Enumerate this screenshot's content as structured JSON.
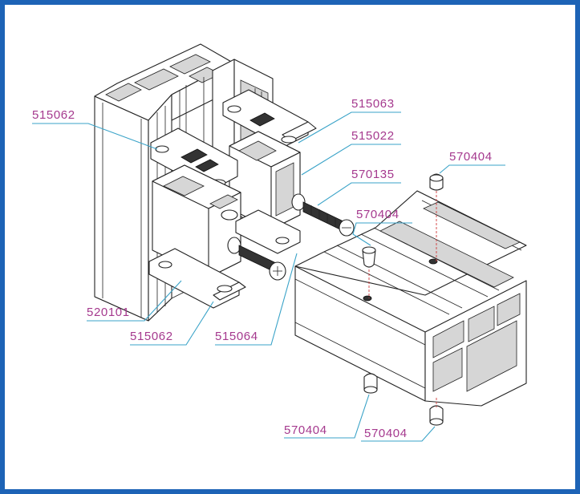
{
  "colors": {
    "frame": "#1d63b6",
    "label_text": "#a5398e",
    "leader_line": "#3aa3c8",
    "axis_line": "#d03a3a"
  },
  "labels": {
    "515062_top": "515062",
    "515063": "515063",
    "515022": "515022",
    "570135": "570135",
    "570404_top_right": "570404",
    "570404_middle": "570404",
    "520101": "520101",
    "515062_bottom": "515062",
    "515064": "515064",
    "570404_bottom_left": "570404",
    "570404_bottom_right": "570404"
  }
}
